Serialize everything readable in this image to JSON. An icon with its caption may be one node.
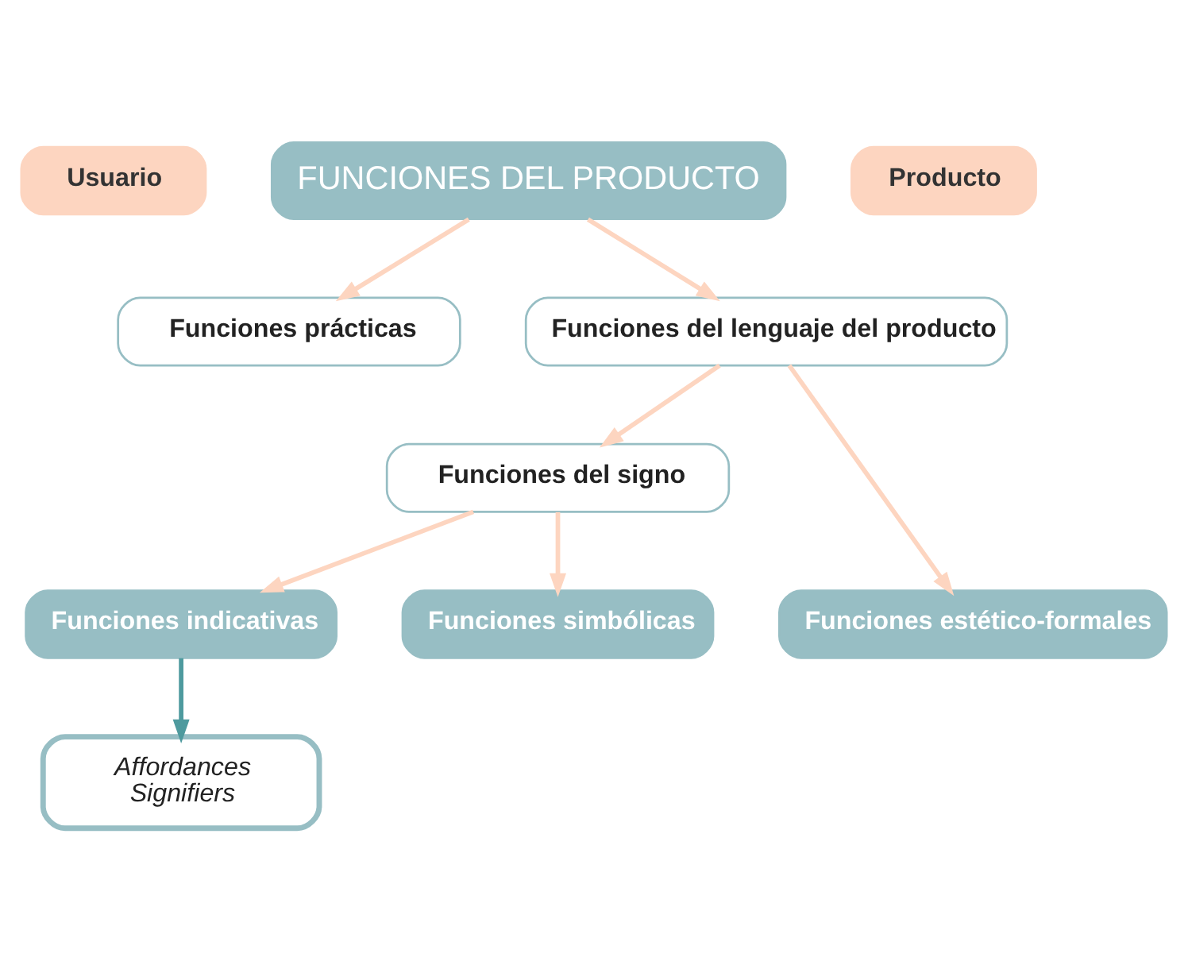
{
  "diagram": {
    "nodes": [
      {
        "text": [
          "Usuario"
        ]
      },
      {
        "text": [
          "FUNCIONES DEL PRODUCTO"
        ]
      },
      {
        "text": [
          "Producto"
        ]
      },
      {
        "text": [
          "Funciones prácticas"
        ]
      },
      {
        "text": [
          "Funciones del lenguaje del producto"
        ]
      },
      {
        "text": [
          "Funciones del signo"
        ]
      },
      {
        "text": [
          "Funciones indicativas"
        ]
      },
      {
        "text": [
          "Funciones simbólicas"
        ]
      },
      {
        "text": [
          "Funciones estético-formales"
        ]
      },
      {
        "text": [
          "Affordances",
          "Signifiers"
        ]
      }
    ],
    "edges": [
      {
        "from": 1,
        "to": 3,
        "arrow": "to"
      },
      {
        "from": 1,
        "to": 4,
        "arrow": "to"
      },
      {
        "from": 4,
        "to": 5,
        "arrow": "to"
      },
      {
        "from": 4,
        "to": 8,
        "arrow": "to"
      },
      {
        "from": 5,
        "to": 6,
        "arrow": "to"
      },
      {
        "from": 5,
        "to": 7,
        "arrow": "to"
      },
      {
        "from": 6,
        "to": 9,
        "arrow": "to",
        "color": "#4e9a9e"
      }
    ]
  }
}
